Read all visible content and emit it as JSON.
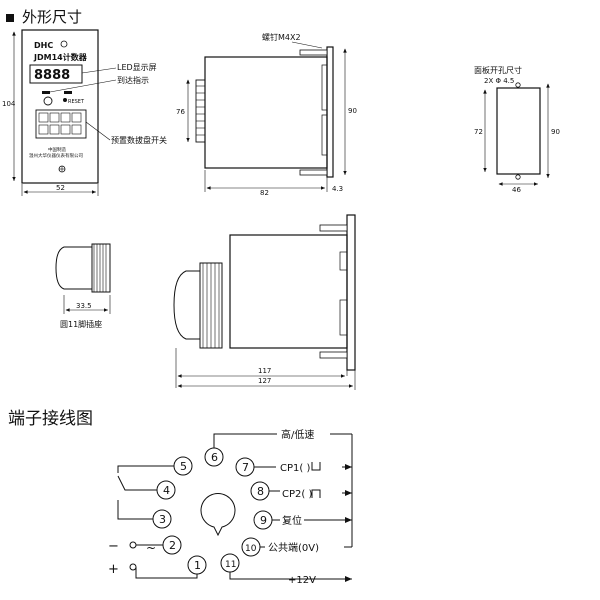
{
  "sections": {
    "dimensions_title": "外形尺寸",
    "wiring_title": "端子接线图"
  },
  "front_view": {
    "brand": "DHC",
    "model": "JDM14计数器",
    "display": "8888",
    "reset": "RESET",
    "footer_line1": "中国制造",
    "footer_line2": "温州大华仪器仪表有限公司",
    "dim_width": "52",
    "dim_height": "104"
  },
  "callouts": {
    "led": "LED显示屏",
    "arrive": "到达指示",
    "preset": "预置数拔盘开关"
  },
  "side_view": {
    "screw": "螺钉M4X2",
    "dim_76": "76",
    "dim_90": "90",
    "dim_82": "82",
    "dim_43": "4.3"
  },
  "panel_cutout": {
    "title": "面板开孔尺寸",
    "holes": "2X Φ 4.5",
    "dim_72": "72",
    "dim_90": "90",
    "dim_46": "46"
  },
  "socket": {
    "dim": "33.5",
    "caption": "圆11脚插座"
  },
  "assembled": {
    "dim_117": "117",
    "dim_127": "127"
  },
  "terminals": {
    "pins": [
      "1",
      "2",
      "3",
      "4",
      "5",
      "6",
      "7",
      "8",
      "9",
      "10",
      "11"
    ],
    "labels": {
      "p6": "高/低速",
      "p7": "CP1(  )",
      "p8": "CP2(  )",
      "p9": "复位",
      "p10": "公共端(0V)",
      "p11": "+12V"
    },
    "minus": "−",
    "plus": "+",
    "ac": "~"
  }
}
